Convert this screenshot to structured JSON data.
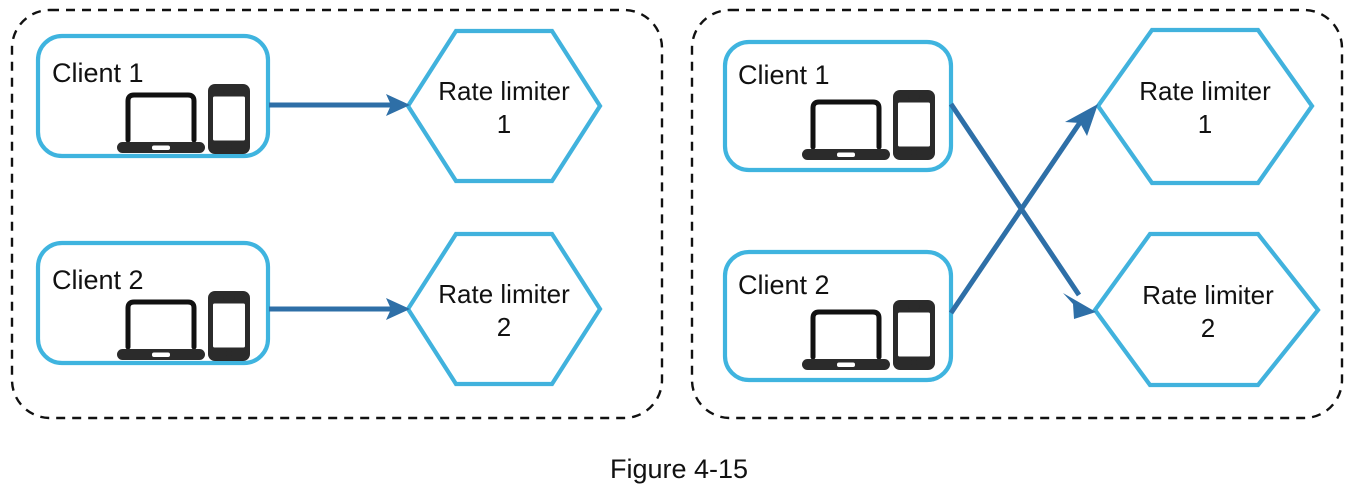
{
  "figure": {
    "caption": "Figure 4-15",
    "colors": {
      "node_border": "#3FB4DF",
      "hexagon_border": "#41B2DD",
      "arrow": "#2E6FA7",
      "panel_dash": "#111111",
      "device_icon": "#2B2B2B",
      "background": "#ffffff"
    }
  },
  "panels": [
    {
      "id": "left-panel",
      "name": "consistent-routing-panel",
      "clients": [
        {
          "id": "left-client-1",
          "label": "Client 1",
          "devices": [
            "laptop-icon",
            "smartphone-icon"
          ]
        },
        {
          "id": "left-client-2",
          "label": "Client 2",
          "devices": [
            "laptop-icon",
            "smartphone-icon"
          ]
        }
      ],
      "limiters": [
        {
          "id": "left-limiter-1",
          "line1": "Rate limiter",
          "line2": "1"
        },
        {
          "id": "left-limiter-2",
          "line1": "Rate limiter",
          "line2": "2"
        }
      ],
      "flows": [
        {
          "id": "left-flow-1",
          "from": "Client 1",
          "to": "Rate limiter 1",
          "style": "straight"
        },
        {
          "id": "left-flow-2",
          "from": "Client 2",
          "to": "Rate limiter 2",
          "style": "straight"
        }
      ]
    },
    {
      "id": "right-panel",
      "name": "crossed-routing-panel",
      "clients": [
        {
          "id": "right-client-1",
          "label": "Client 1",
          "devices": [
            "laptop-icon",
            "smartphone-icon"
          ]
        },
        {
          "id": "right-client-2",
          "label": "Client 2",
          "devices": [
            "laptop-icon",
            "smartphone-icon"
          ]
        }
      ],
      "limiters": [
        {
          "id": "right-limiter-1",
          "line1": "Rate limiter",
          "line2": "1"
        },
        {
          "id": "right-limiter-2",
          "line1": "Rate limiter",
          "line2": "2"
        }
      ],
      "flows": [
        {
          "id": "right-flow-1",
          "from": "Client 1",
          "to": "Rate limiter 2",
          "style": "crossed-descending"
        },
        {
          "id": "right-flow-2",
          "from": "Client 2",
          "to": "Rate limiter 1",
          "style": "crossed-ascending"
        }
      ]
    }
  ]
}
